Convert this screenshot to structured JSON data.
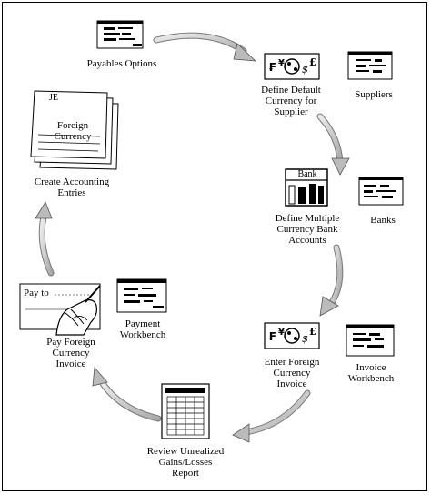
{
  "nodes": {
    "payables_options": "Payables Options",
    "define_default_currency": "Define Default\nCurrency for\nSupplier",
    "suppliers": "Suppliers",
    "define_multiple_currency": "Define Multiple\nCurrency Bank\nAccounts",
    "banks": "Banks",
    "enter_foreign_invoice": "Enter Foreign\nCurrency\nInvoice",
    "invoice_workbench": "Invoice\nWorkbench",
    "review_unrealized": "Review Unrealized\nGains/Losses\nReport",
    "pay_foreign_invoice": "Pay Foreign\nCurrency\nInvoice",
    "payment_workbench": "Payment\nWorkbench",
    "create_accounting": "Create Accounting\nEntries"
  },
  "icon_text": {
    "je": "JE",
    "foreign_currency": "Foreign\nCurrency",
    "bank": "Bank",
    "pay_to": "Pay to",
    "currency_symbols": [
      "₣",
      "¥",
      "$",
      "£"
    ]
  },
  "colors": {
    "arrow_fill": "#cfcfcf",
    "arrow_stroke": "#555555",
    "ink": "#000000"
  }
}
